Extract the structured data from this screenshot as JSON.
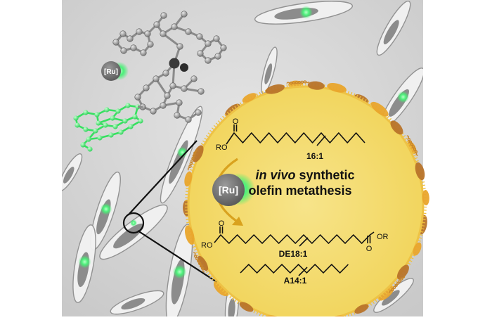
{
  "labels": {
    "ru_small": "[Ru]",
    "ru_catalyst": "[Ru]",
    "in_vivo": "in vivo",
    "synthetic": " synthetic",
    "olefin_metathesis": "olefin metathesis",
    "substrate_label": "16:1",
    "product_diester_label": "DE18:1",
    "product_alkene_label": "A14:1",
    "ester_group_left": "RO",
    "ester_group_right": "OR",
    "ester_group_substrate": "RO",
    "carbonyl_o": "O"
  },
  "colors": {
    "cell_fill": "#f4dc6e",
    "cell_edge": "#f0c03a",
    "protein_orange": "#e9a52c",
    "protein_brown": "#b8742a",
    "glow_green": "#3cf06a",
    "catalyst_gray": "#6f6f6f",
    "arrow_gold": "#d9a21e",
    "background": "#d8d8d8"
  },
  "icons": {
    "catalyst_structure": "ball-and-stick-molecule-icon",
    "magnifier": "zoom-circle-icon"
  }
}
